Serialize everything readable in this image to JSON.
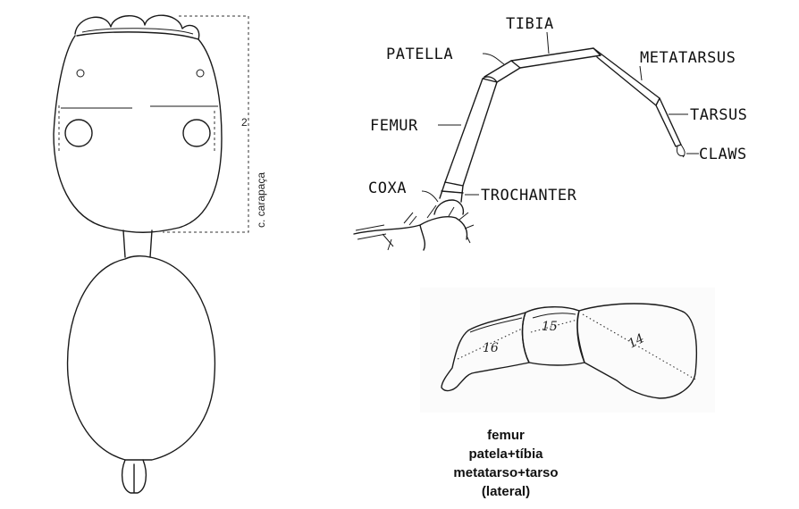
{
  "carapace": {
    "segment_number": "2",
    "label": "c. carapaça"
  },
  "leg_labels": {
    "tibia": "TIBIA",
    "patella": "PATELLA",
    "metatarsus": "METATARSUS",
    "tarsus": "TARSUS",
    "femur": "FEMUR",
    "claws": "CLAWS",
    "coxa": "COXA",
    "trochanter": "TROCHANTER"
  },
  "lateral_leg": {
    "segment_16": "16",
    "segment_15": "15",
    "segment_14": "14"
  },
  "caption": {
    "line1": "femur",
    "line2": "patela+tíbia",
    "line3": "metatarso+tarso",
    "line4": "(lateral)"
  }
}
